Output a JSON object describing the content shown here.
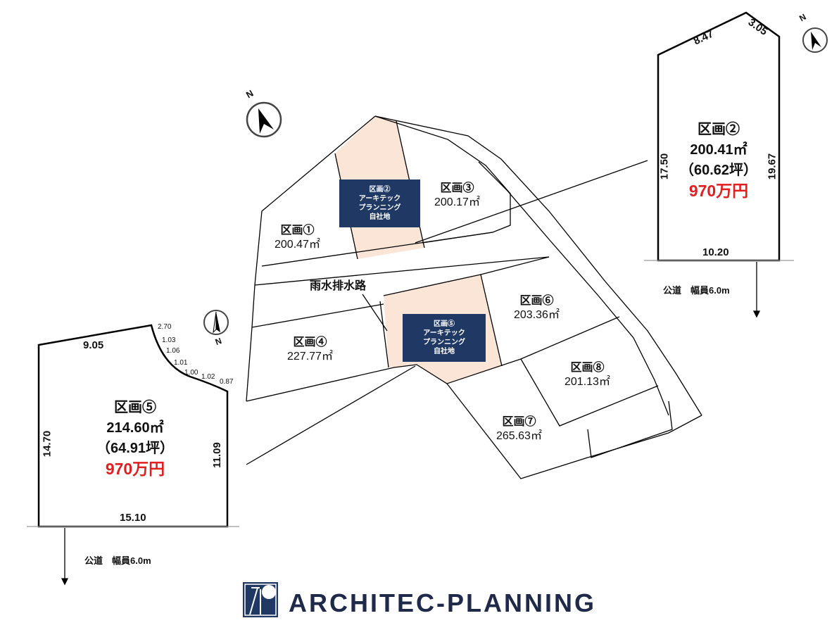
{
  "site_map": {
    "plot1": {
      "label": "区画①",
      "area": "200.47㎡"
    },
    "plot3": {
      "label": "区画③",
      "area": "200.17㎡"
    },
    "plot4": {
      "label": "区画④",
      "area": "227.77㎡"
    },
    "plot6": {
      "label": "区画⑥",
      "area": "203.36㎡"
    },
    "plot7": {
      "label": "区画⑦",
      "area": "265.63㎡"
    },
    "plot8": {
      "label": "区画⑧",
      "area": "201.13㎡"
    },
    "plot2_box": [
      "区画②",
      "アーキテック",
      "プランニング",
      "自社地"
    ],
    "plot5_box": [
      "区画⑤",
      "アーキテック",
      "プランニング",
      "自社地"
    ],
    "drainage": "雨水排水路"
  },
  "detail_right": {
    "title": "区画②",
    "area": "200.41㎡",
    "tsubo": "（60.62坪）",
    "price": "970万円",
    "dims": {
      "top_left": "8.47",
      "top_right": "3.05",
      "left": "17.50",
      "right": "19.67",
      "bottom": "10.20"
    },
    "road": "公道　幅員6.0m"
  },
  "detail_left": {
    "title": "区画⑤",
    "area": "214.60㎡",
    "tsubo": "（64.91坪）",
    "price": "970万円",
    "dims": {
      "top": "9.05",
      "left": "14.70",
      "right": "11.09",
      "bottom": "15.10",
      "curve": [
        "2.70",
        "1.03",
        "1.06",
        "1.01",
        "1.00",
        "1.02",
        "0.87"
      ]
    },
    "road": "公道　幅員6.0m"
  },
  "compass_label": "N",
  "logo": {
    "text": "ARCHITEC-PLANNING"
  },
  "colors": {
    "navy": "#1f3864",
    "shade": "#fbe5d6",
    "price": "#e02020"
  }
}
